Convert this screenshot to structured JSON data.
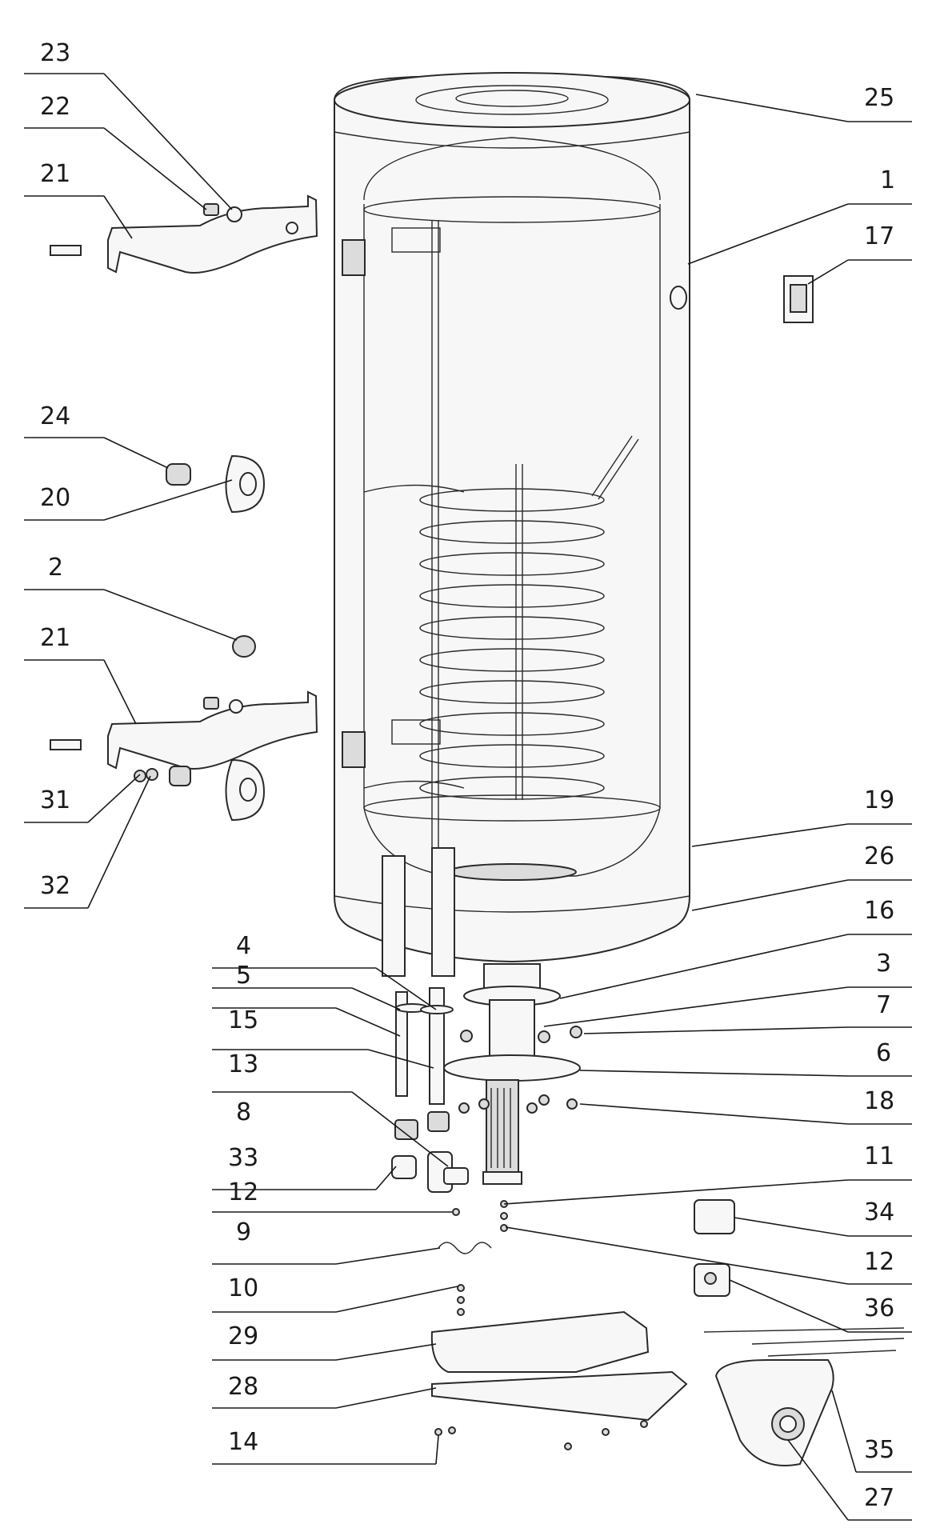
{
  "diagram": {
    "callouts": [
      {
        "id": "c23",
        "label": "23"
      },
      {
        "id": "c22",
        "label": "22"
      },
      {
        "id": "c21a",
        "label": "21"
      },
      {
        "id": "c24",
        "label": "24"
      },
      {
        "id": "c20",
        "label": "20"
      },
      {
        "id": "c2",
        "label": "2"
      },
      {
        "id": "c21b",
        "label": "21"
      },
      {
        "id": "c31",
        "label": "31"
      },
      {
        "id": "c32",
        "label": "32"
      },
      {
        "id": "c4",
        "label": "4"
      },
      {
        "id": "c5",
        "label": "5"
      },
      {
        "id": "c15",
        "label": "15"
      },
      {
        "id": "c13",
        "label": "13"
      },
      {
        "id": "c8",
        "label": "8"
      },
      {
        "id": "c33",
        "label": "33"
      },
      {
        "id": "c12a",
        "label": "12"
      },
      {
        "id": "c9",
        "label": "9"
      },
      {
        "id": "c10",
        "label": "10"
      },
      {
        "id": "c29",
        "label": "29"
      },
      {
        "id": "c28",
        "label": "28"
      },
      {
        "id": "c14",
        "label": "14"
      },
      {
        "id": "c25",
        "label": "25"
      },
      {
        "id": "c1",
        "label": "1"
      },
      {
        "id": "c17",
        "label": "17"
      },
      {
        "id": "c19",
        "label": "19"
      },
      {
        "id": "c26",
        "label": "26"
      },
      {
        "id": "c16",
        "label": "16"
      },
      {
        "id": "c3",
        "label": "3"
      },
      {
        "id": "c7",
        "label": "7"
      },
      {
        "id": "c6",
        "label": "6"
      },
      {
        "id": "c18",
        "label": "18"
      },
      {
        "id": "c11",
        "label": "11"
      },
      {
        "id": "c34",
        "label": "34"
      },
      {
        "id": "c12b",
        "label": "12"
      },
      {
        "id": "c36",
        "label": "36"
      },
      {
        "id": "c35",
        "label": "35"
      },
      {
        "id": "c27",
        "label": "27"
      }
    ]
  }
}
